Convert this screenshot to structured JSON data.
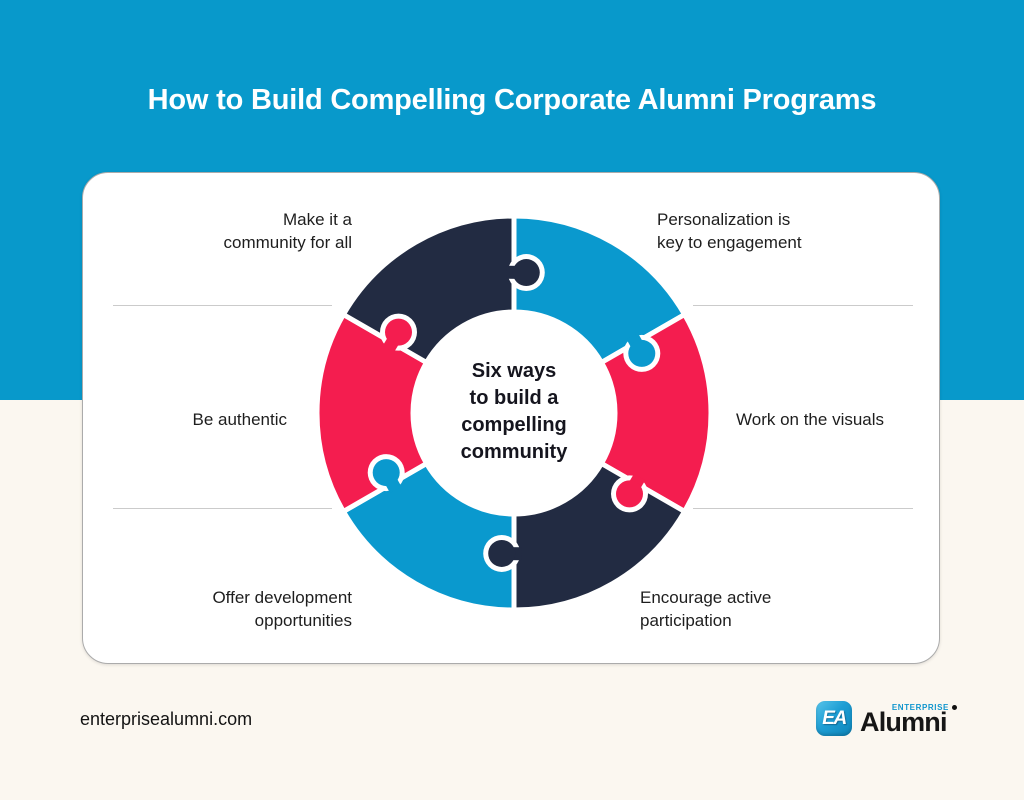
{
  "header": {
    "title": "How to Build Compelling Corporate Alumni Programs"
  },
  "diagram": {
    "type": "circular-puzzle-cycle",
    "center_text": "Six ways\nto build a\ncompelling\ncommunity",
    "segments": [
      {
        "id": "personalization",
        "position": "top-right",
        "color": "#0A99CE",
        "label": "Personalization is\nkey to engagement"
      },
      {
        "id": "visuals",
        "position": "right",
        "color": "#F41D4F",
        "label": "Work on the visuals"
      },
      {
        "id": "participation",
        "position": "bottom-right",
        "color": "#222B42",
        "label": "Encourage active\nparticipation"
      },
      {
        "id": "development",
        "position": "bottom-left",
        "color": "#0A99CE",
        "label": "Offer development\nopportunities"
      },
      {
        "id": "authentic",
        "position": "left",
        "color": "#F41D4F",
        "label": "Be authentic"
      },
      {
        "id": "community",
        "position": "top-left",
        "color": "#222B42",
        "label": "Make it a\ncommunity for all"
      }
    ]
  },
  "footer": {
    "website": "enterprisealumni.com",
    "logo": {
      "badge_text": "EA",
      "enterprise_text": "ENTERPRISE",
      "alumni_text": "Alumni"
    }
  },
  "colors": {
    "header_bg": "#0899CB",
    "page_bg": "#FBF7F0",
    "card_bg": "#FFFFFF",
    "card_border": "#ABABAB",
    "connector_line": "#CBCBCB",
    "label_text": "#1E1E1E",
    "title_text": "#FFFFFF",
    "center_text": "#15151E",
    "navy": "#222B42",
    "blue": "#0A99CE",
    "red": "#F41D4F",
    "logo_blue": "#1096CE"
  }
}
